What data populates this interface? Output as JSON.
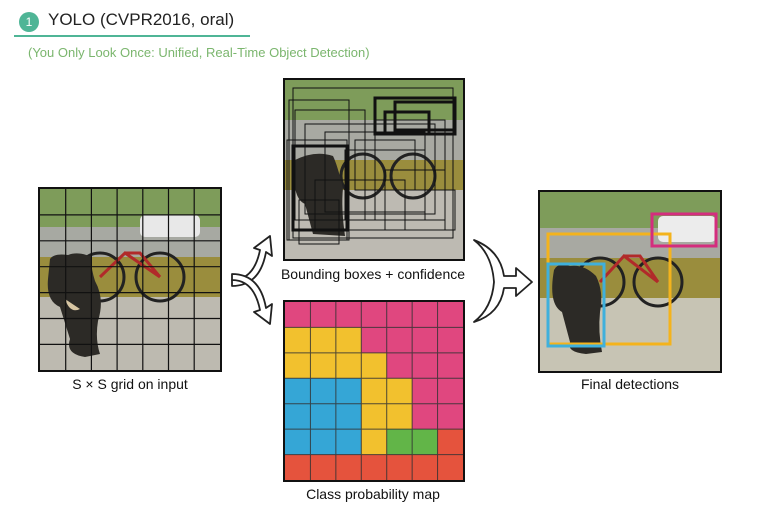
{
  "header": {
    "badge_number": "1",
    "title": "YOLO (CVPR2016, oral)",
    "subtitle": "(You Only Look Once: Unified, Real-Time Object Detection)"
  },
  "diagram": {
    "captions": {
      "input": "S × S grid on input",
      "boxes": "Bounding boxes + confidence",
      "classmap": "Class probability map",
      "final": "Final detections"
    },
    "colors": {
      "accent": "#4fb596",
      "subtitle": "#7bb66e",
      "class_pink": "#e0477f",
      "class_yellow": "#f2c12e",
      "class_blue": "#35a6d6",
      "class_green": "#62b548",
      "class_red": "#e5533d",
      "det_yellow": "#f4b31c",
      "det_blue": "#3fb0dc",
      "det_magenta": "#d42d7e"
    }
  }
}
